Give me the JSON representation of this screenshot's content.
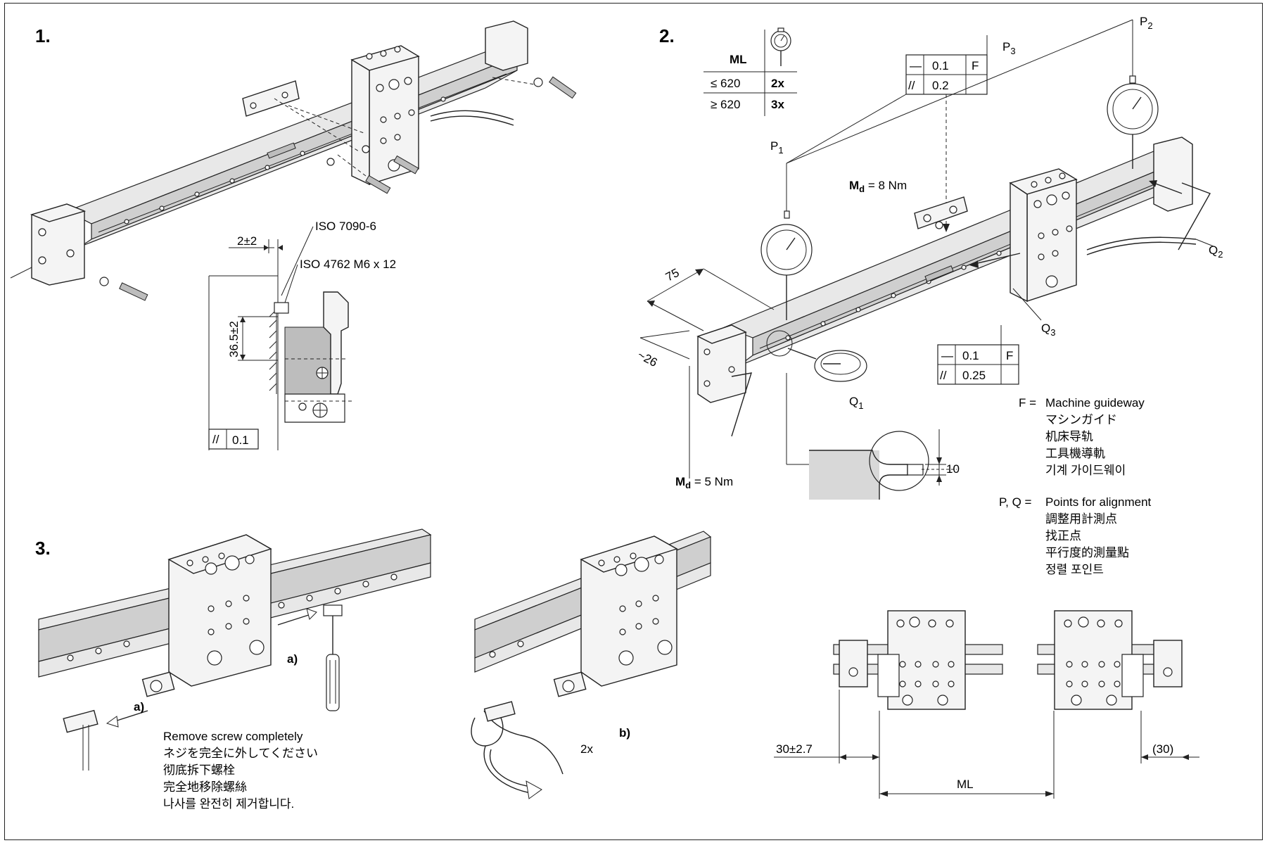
{
  "steps": {
    "step1": "1.",
    "step2": "2.",
    "step3": "3."
  },
  "step1": {
    "dim_gap": "2±2",
    "iso_plate": "ISO 7090-6",
    "iso_screw": "ISO 4762 M6 x 12",
    "dim_height": "36.5±2",
    "tol_parallel_symbol": "//",
    "tol_parallel_value": "0.1"
  },
  "step2": {
    "table": {
      "header_ml": "ML",
      "rows": [
        {
          "ml": "≤ 620",
          "count": "2x"
        },
        {
          "ml": "≥ 620",
          "count": "3x"
        }
      ]
    },
    "tol_top": {
      "rows": [
        {
          "symbol": "—",
          "value": "0.1",
          "datum": "F"
        },
        {
          "symbol": "//",
          "value": "0.2",
          "datum": ""
        }
      ]
    },
    "tol_bottom": {
      "rows": [
        {
          "symbol": "—",
          "value": "0.1",
          "datum": "F"
        },
        {
          "symbol": "//",
          "value": "0.25",
          "datum": ""
        }
      ]
    },
    "p1": "P",
    "p1_sub": "1",
    "p2": "P",
    "p2_sub": "2",
    "p3": "P",
    "p3_sub": "3",
    "q1": "Q",
    "q1_sub": "1",
    "q2": "Q",
    "q2_sub": "2",
    "q3": "Q",
    "q3_sub": "3",
    "md_top_sym": "M",
    "md_top_sub": "d",
    "md_top_val": " = 8 Nm",
    "md_bot_sym": "M",
    "md_bot_sub": "d",
    "md_bot_val": " = 5 Nm",
    "dim_75": "75",
    "dim_26": "~26",
    "dim_10": "10",
    "legend_f": {
      "key": "F =",
      "lines": [
        "Machine guideway",
        "マシンガイド",
        "机床导轨",
        "工具機導軌",
        "기계 가이드웨이"
      ]
    },
    "legend_pq": {
      "key": "P, Q =",
      "lines": [
        "Points for alignment",
        "調整用計測点",
        "找正点",
        "平行度的測量點",
        "정렬 포인트"
      ]
    },
    "dim_left": "30±2.7",
    "dim_right": "(30)",
    "dim_ml": "ML"
  },
  "step3": {
    "label_a1": "a)",
    "label_a2": "a)",
    "label_b": "b)",
    "label_2x": "2x",
    "note_lines": [
      "Remove screw completely",
      "ネジを完全に外してください",
      "彻底拆下螺栓",
      "完全地移除螺絲",
      "나사를 완전히 제거합니다."
    ]
  }
}
